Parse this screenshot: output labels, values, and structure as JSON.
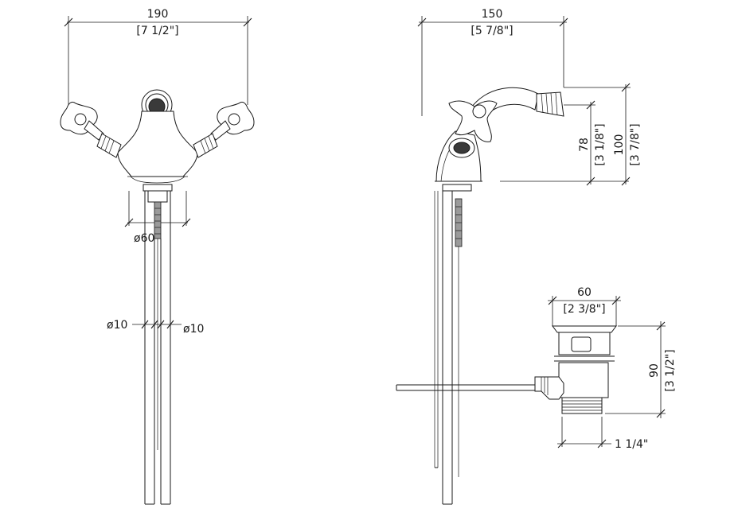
{
  "front_view": {
    "width_mm": "190",
    "width_in": "[7 1/2\"]",
    "base_dia": "ø60",
    "pipe_dia_left": "ø10",
    "pipe_dia_right": "ø10"
  },
  "side_view": {
    "depth_mm": "150",
    "depth_in": "[5 7/8\"]",
    "spout_h_mm": "78",
    "spout_h_in": "[3 1/8\"]",
    "total_h_mm": "100",
    "total_h_in": "[3 7/8\"]"
  },
  "waste": {
    "width_mm": "60",
    "width_in": "[2 3/8\"]",
    "height_mm": "90",
    "height_in": "[3 1/2\"]",
    "thread": "1 1/4\""
  }
}
